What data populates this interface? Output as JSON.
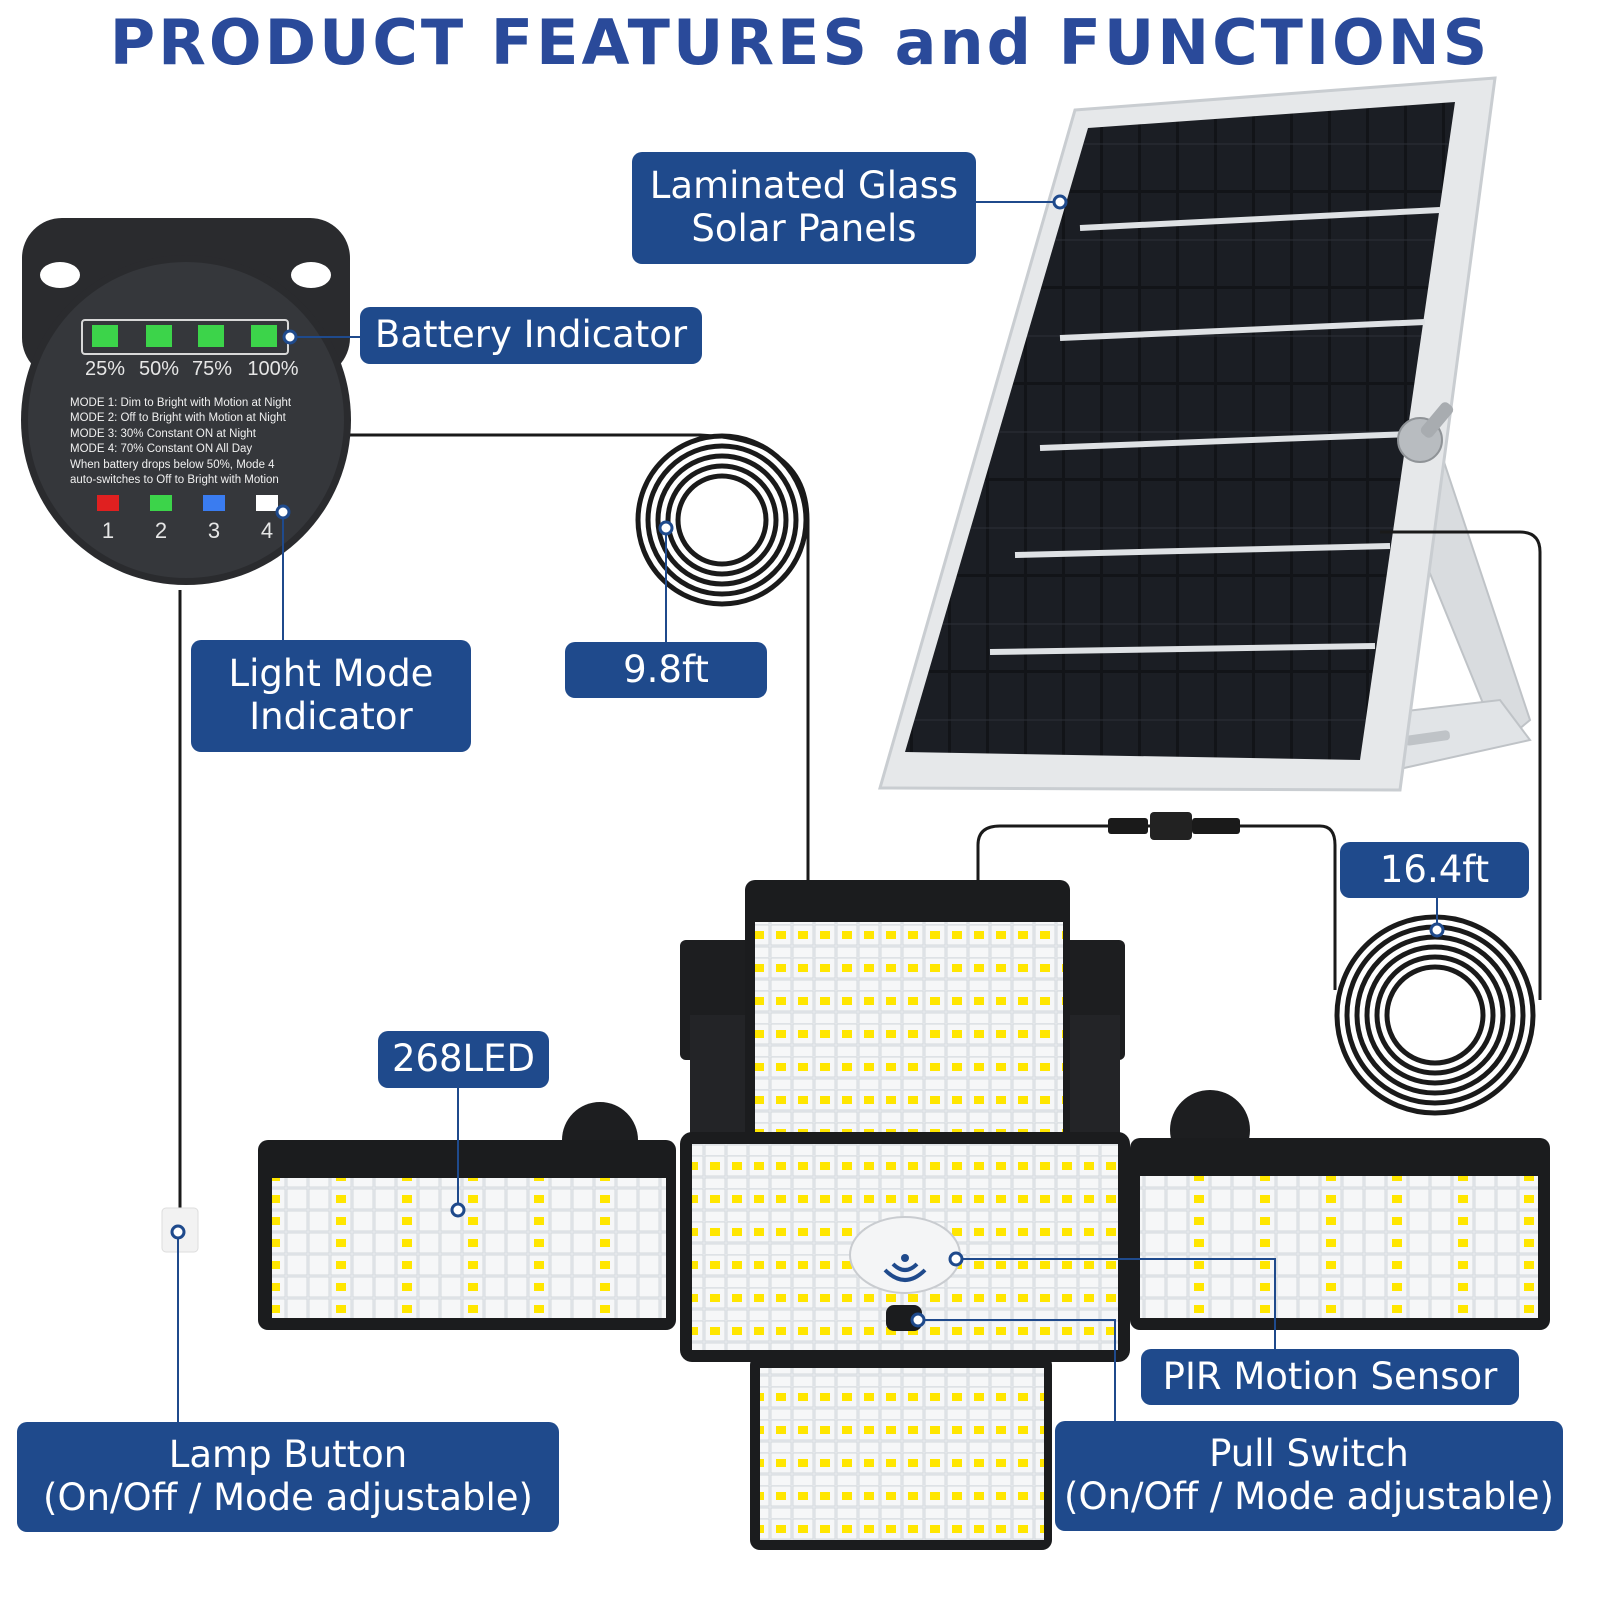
{
  "title": "PRODUCT FEATURES and FUNCTIONS",
  "callouts": {
    "solar_panels": [
      "Laminated Glass",
      "Solar Panels"
    ],
    "battery_indicator": "Battery Indicator",
    "light_mode_indicator": [
      "Light Mode",
      "Indicator"
    ],
    "cable_short": "9.8ft",
    "cable_long": "16.4ft",
    "led_count": "268LED",
    "pir_sensor": "PIR Motion Sensor",
    "lamp_button": [
      "Lamp Button",
      "(On/Off / Mode adjustable)"
    ],
    "pull_switch": [
      "Pull Switch",
      "(On/Off / Mode adjustable)"
    ]
  },
  "remote": {
    "battery_levels": [
      "25%",
      "50%",
      "75%",
      "100%"
    ],
    "mode_lines": [
      "MODE 1: Dim to Bright with Motion at Night",
      "MODE 2: Off to Bright with Motion at Night",
      "MODE 3: 30% Constant ON at Night",
      "MODE 4: 70% Constant ON All Day",
      "When battery drops below 50%, Mode 4",
      "auto-switches to Off to Bright  with Motion"
    ],
    "mode_numbers": [
      "1",
      "2",
      "3",
      "4"
    ]
  },
  "colors": {
    "brand_blue": "#1f4a8c",
    "title_blue": "#2a4a9a",
    "battery_led": "#3cd44a",
    "mode_led_1": "#e02020",
    "mode_led_2": "#3cd44a",
    "mode_led_3": "#3a7cf0",
    "mode_led_4": "#ffffff"
  }
}
